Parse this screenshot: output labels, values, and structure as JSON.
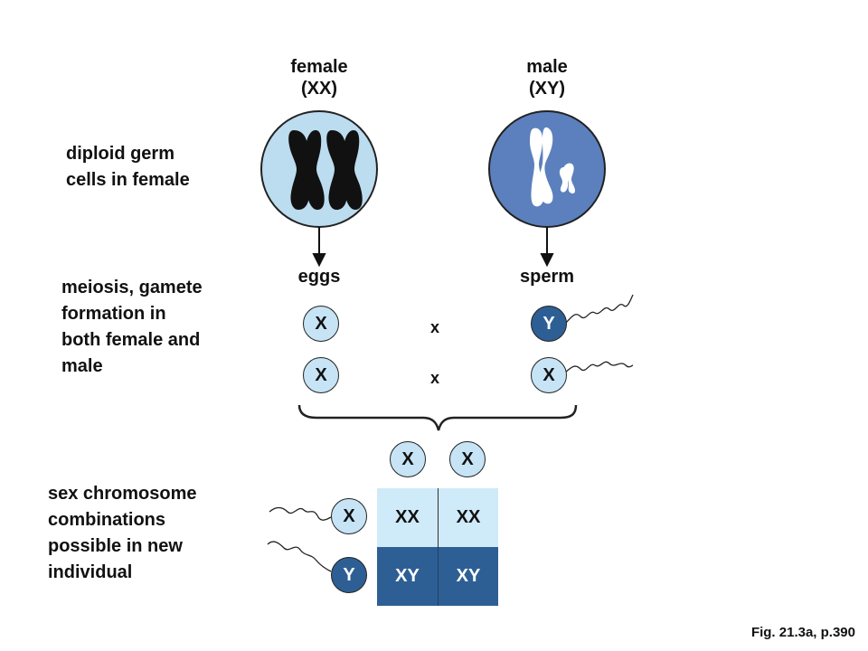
{
  "parents": {
    "female": {
      "title": "female",
      "genotype": "(XX)",
      "gamete_label": "eggs"
    },
    "male": {
      "title": "male",
      "genotype": "(XY)",
      "gamete_label": "sperm"
    }
  },
  "side_labels": {
    "diploid": [
      "diploid germ",
      "cells in female"
    ],
    "meiosis": [
      "meiosis, gamete",
      "formation in",
      "both female and",
      "male"
    ],
    "combinations": [
      "sex chromosome",
      "combinations",
      "possible in new",
      "individual"
    ]
  },
  "gametes": {
    "eggs": [
      "X",
      "X"
    ],
    "sperm": [
      "Y",
      "X"
    ],
    "cross_symbol": "x"
  },
  "punnett": {
    "top": [
      "X",
      "X"
    ],
    "left": [
      "X",
      "Y"
    ],
    "cells": [
      [
        "XX",
        "XX"
      ],
      [
        "XY",
        "XY"
      ]
    ]
  },
  "caption": "Fig. 21.3a, p.390",
  "colors": {
    "light_blue": "#c6e4f5",
    "dark_blue": "#2e5f94",
    "male_cell": "#5b80bd",
    "female_cell": "#bcdcef"
  }
}
